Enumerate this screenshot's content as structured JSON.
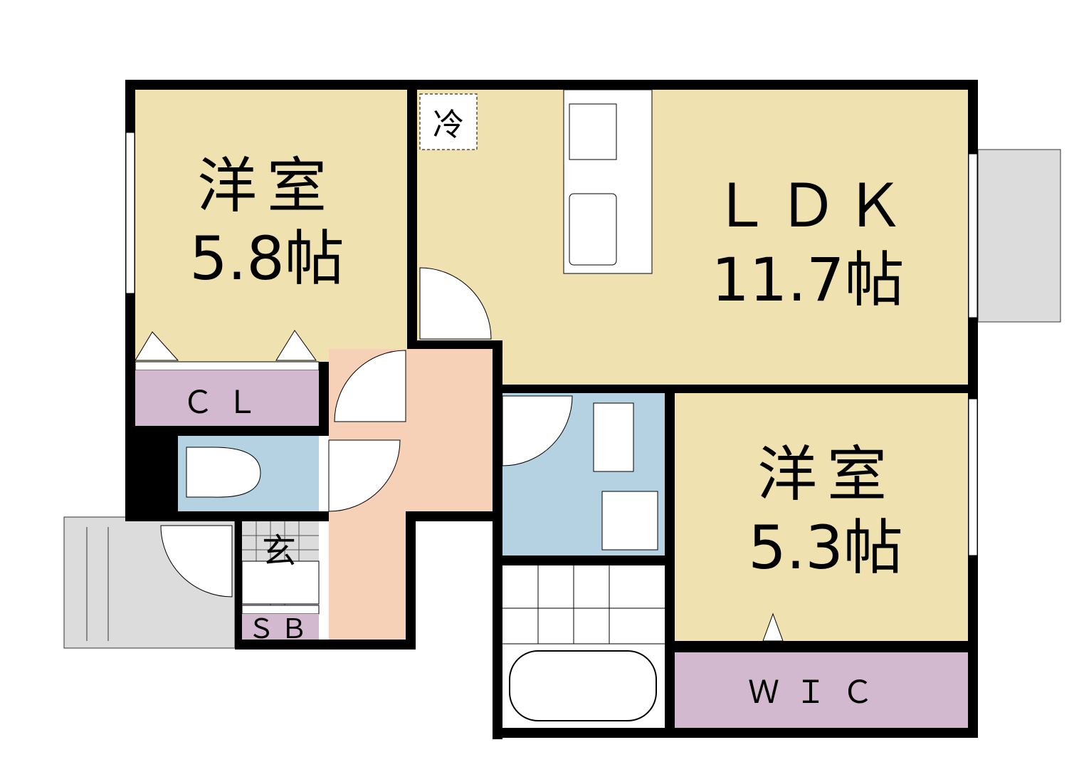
{
  "rooms": {
    "western_left": {
      "name": "洋室",
      "size": "5.8帖"
    },
    "ldk": {
      "name": "ＬＤＫ",
      "size": "11.7帖"
    },
    "western_right": {
      "name": "洋室",
      "size": "5.3帖"
    },
    "closet": "ＣＬ",
    "walk_in_closet": "ＷＩＣ",
    "shoe_box": "ＳＢ",
    "entrance": "玄",
    "refrigerator": "冷"
  },
  "colors": {
    "room": "#f0e2b0",
    "storage": "#d2b9cf",
    "water": "#b4d2e2",
    "hall": "#f7d0b8",
    "exterior": "#dcdcdc",
    "wall": "#000000"
  }
}
